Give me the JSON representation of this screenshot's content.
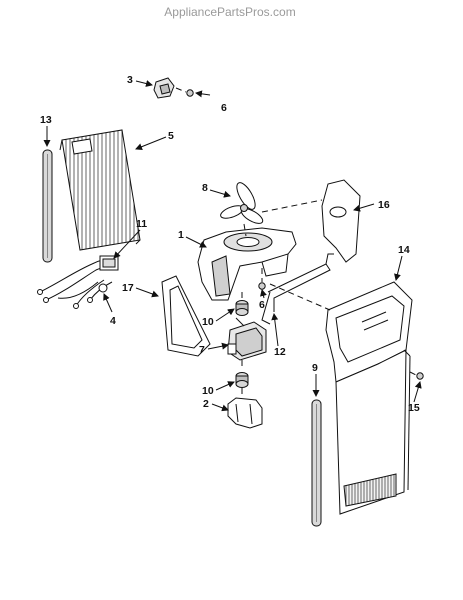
{
  "watermark": "AppliancePartsPros.com",
  "callouts": {
    "c1": "1",
    "c2": "2",
    "c3": "3",
    "c4": "4",
    "c5": "5",
    "c6a": "6",
    "c6b": "6",
    "c7": "7",
    "c8": "8",
    "c9": "9",
    "c10a": "10",
    "c10b": "10",
    "c11": "11",
    "c12": "12",
    "c13": "13",
    "c14": "14",
    "c15": "15",
    "c16": "16",
    "c17": "17"
  }
}
